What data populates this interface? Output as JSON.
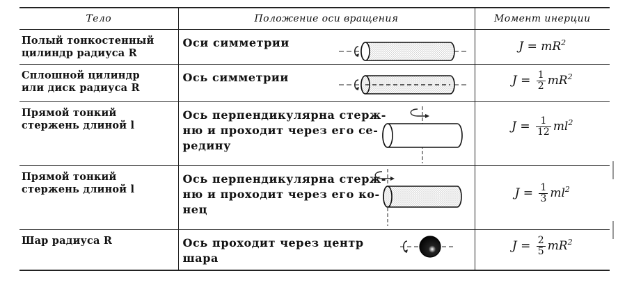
{
  "headers": [
    "Тело",
    "Положение оси вращения",
    "Момент инерции"
  ],
  "rows": [
    {
      "body": [
        "Полый тонкостенный",
        "цилиндр радиуса R"
      ],
      "axis": [
        "Оси симметрии"
      ],
      "formula": {
        "prefix": "J = ",
        "rest": "mR",
        "power": "2"
      }
    },
    {
      "body": [
        "Сплошной цилиндр",
        "или диск радиуса R"
      ],
      "axis": [
        "Ось симметрии"
      ],
      "formula": {
        "prefix": "J = ",
        "num": "1",
        "den": "2",
        "rest": "mR",
        "power": "2"
      }
    },
    {
      "body": [
        "Прямой тонкий",
        "стержень длиной l"
      ],
      "axis": [
        "Ось перпендикулярна стерж-",
        "ню и проходит через его се-",
        "редину"
      ],
      "formula": {
        "prefix": "J = ",
        "num": "1",
        "den": "12",
        "rest": "ml",
        "power": "2"
      }
    },
    {
      "body": [
        "Прямой тонкий",
        "стержень длиной l"
      ],
      "axis": [
        "Ось перпендикулярна стерж-",
        "ню и проходит через его ко-",
        "нец"
      ],
      "formula": {
        "prefix": "J = ",
        "num": "1",
        "den": "3",
        "rest": "ml",
        "power": "2"
      }
    },
    {
      "body": [
        "Шар радиуса R"
      ],
      "axis": [
        "Ось проходит через центр",
        "шара"
      ],
      "formula": {
        "prefix": "J = ",
        "num": "2",
        "den": "5",
        "rest": "mR",
        "power": "2"
      }
    }
  ]
}
